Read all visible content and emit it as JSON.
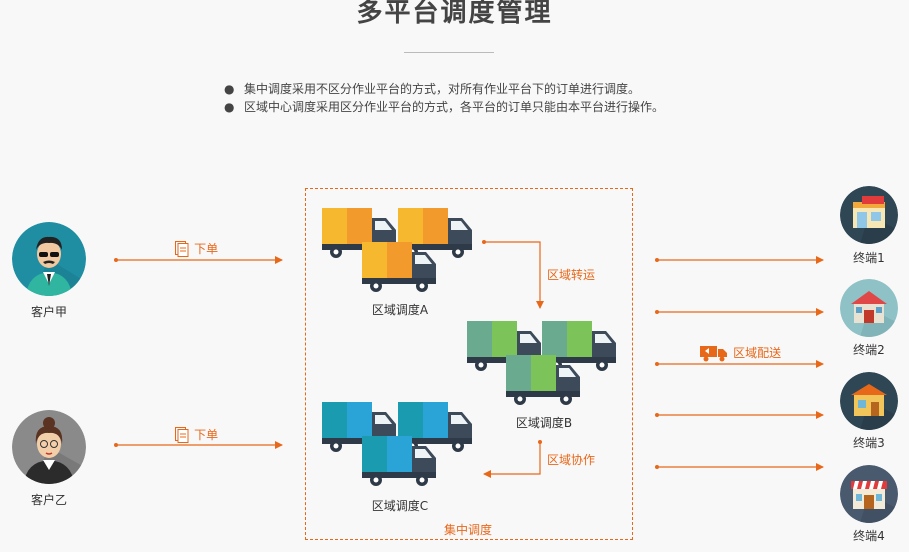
{
  "title": "多平台调度管理",
  "bullets": [
    {
      "marker": "●",
      "text": "集中调度采用不区分作业平台的方式，对所有作业平台下的订单进行调度。"
    },
    {
      "marker": "●",
      "text": "区域中心调度采用区分作业平台的方式，各平台的订单只能由本平台进行操作。"
    }
  ],
  "customers": [
    {
      "label": "客户甲",
      "order": "下单"
    },
    {
      "label": "客户乙",
      "order": "下单"
    }
  ],
  "dispatch": {
    "a": "区域调度A",
    "b": "区域调度B",
    "c": "区域调度C",
    "transfer": "区域转运",
    "cooperate": "区域协作",
    "central": "集中调度"
  },
  "delivery": "区域配送",
  "terminals": [
    "终端1",
    "终端2",
    "终端3",
    "终端4"
  ],
  "colors": {
    "accent": "#e8681a",
    "truck_yellow": "#f5b82e",
    "truck_orange": "#f39a2c",
    "truck_green_dark": "#6aaa8e",
    "truck_green_light": "#7cc35a",
    "truck_blue_dark": "#1a9bb0",
    "truck_blue_light": "#2aa4d6",
    "cab_dark": "#3c4a5a"
  }
}
